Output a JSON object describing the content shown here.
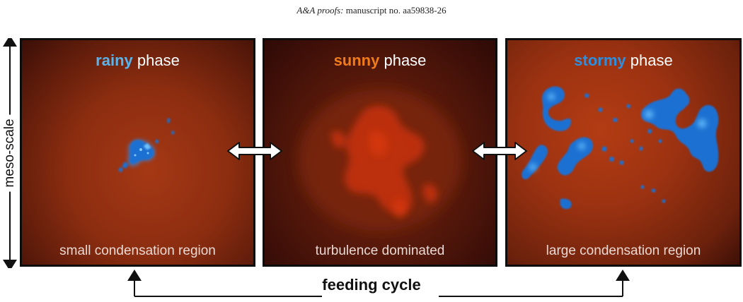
{
  "header": {
    "journal": "A&A proofs:",
    "manuscript": "manuscript no. aa59838-26"
  },
  "axis": {
    "label": "meso-scale"
  },
  "panels": [
    {
      "keyword": "rainy",
      "suffix": " phase",
      "keyword_color": "#5ab4ec",
      "caption": "small condensation region"
    },
    {
      "keyword": "sunny",
      "suffix": " phase",
      "keyword_color": "#f07b19",
      "caption": "turbulence dominated"
    },
    {
      "keyword": "stormy",
      "suffix": " phase",
      "keyword_color": "#2d8fe0",
      "caption": "large condensation region"
    }
  ],
  "cycle": {
    "label": "feeding cycle"
  },
  "colors": {
    "condensation_blue": "#1f6fd1",
    "turbulence_red": "#c8300f",
    "frame": "#0d0d0d"
  }
}
